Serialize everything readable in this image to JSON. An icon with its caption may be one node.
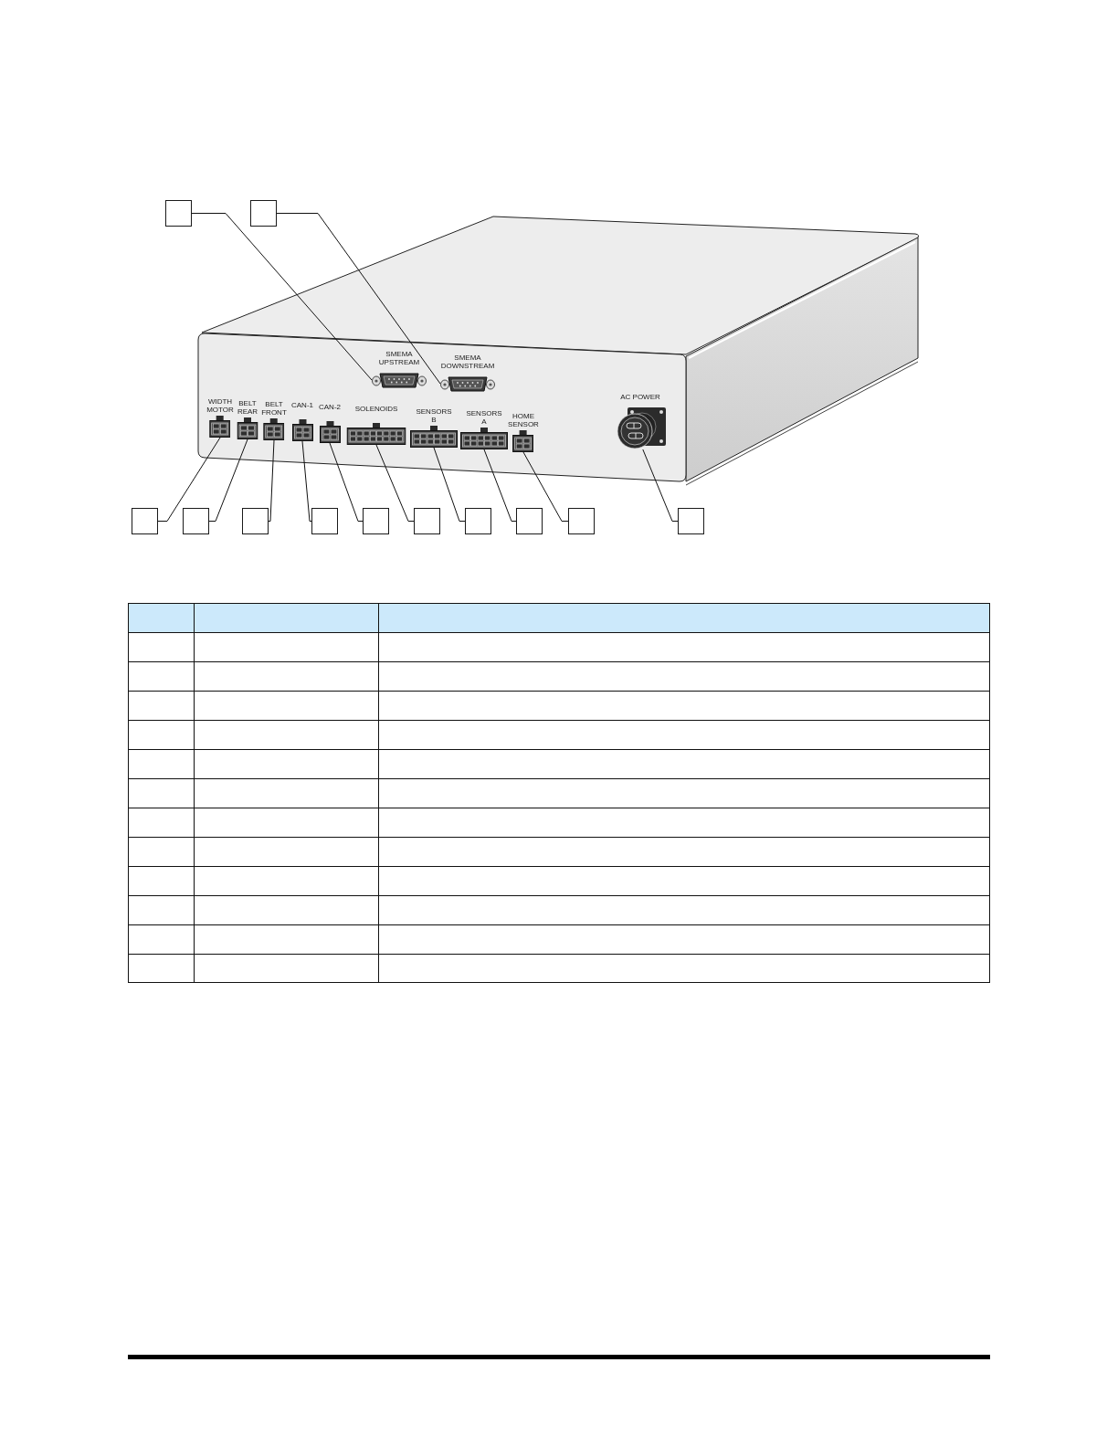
{
  "diagram": {
    "nodes": [
      {
        "text": [],
        "shape": "box"
      },
      {
        "text": [],
        "shape": "box"
      },
      {
        "text": [
          "SMEMA UPSTREAM"
        ]
      },
      {
        "text": [
          "SMEMA DOWNSTREAM"
        ]
      },
      {
        "text": [
          "WIDTH MOTOR"
        ]
      },
      {
        "text": [
          "BELT REAR"
        ]
      },
      {
        "text": [
          "BELT FRONT"
        ]
      },
      {
        "text": [
          "CAN-1"
        ]
      },
      {
        "text": [
          "CAN-2"
        ]
      },
      {
        "text": [
          "SOLENOIDS"
        ]
      },
      {
        "text": [
          "SENSORS B"
        ]
      },
      {
        "text": [
          "SENSORS A"
        ]
      },
      {
        "text": [
          "HOME SENSOR"
        ]
      },
      {
        "text": [
          "AC POWER"
        ]
      },
      {
        "text": [],
        "shape": "box"
      },
      {
        "text": [],
        "shape": "box"
      },
      {
        "text": [],
        "shape": "box"
      },
      {
        "text": [],
        "shape": "box"
      },
      {
        "text": [],
        "shape": "box"
      },
      {
        "text": [],
        "shape": "box"
      },
      {
        "text": [],
        "shape": "box"
      },
      {
        "text": [],
        "shape": "box"
      },
      {
        "text": [],
        "shape": "box"
      },
      {
        "text": [],
        "shape": "box"
      }
    ],
    "edges": [
      {
        "from": 0,
        "to": 2,
        "arrow": "none"
      },
      {
        "from": 1,
        "to": 3,
        "arrow": "none"
      },
      {
        "from": 14,
        "to": 4,
        "arrow": "none"
      },
      {
        "from": 15,
        "to": 5,
        "arrow": "none"
      },
      {
        "from": 16,
        "to": 6,
        "arrow": "none"
      },
      {
        "from": 17,
        "to": 7,
        "arrow": "none"
      },
      {
        "from": 18,
        "to": 8,
        "arrow": "none"
      },
      {
        "from": 19,
        "to": 9,
        "arrow": "none"
      },
      {
        "from": 20,
        "to": 10,
        "arrow": "none"
      },
      {
        "from": 21,
        "to": 11,
        "arrow": "none"
      },
      {
        "from": 22,
        "to": 12,
        "arrow": "none"
      },
      {
        "from": 23,
        "to": 13,
        "arrow": "none"
      }
    ]
  }
}
